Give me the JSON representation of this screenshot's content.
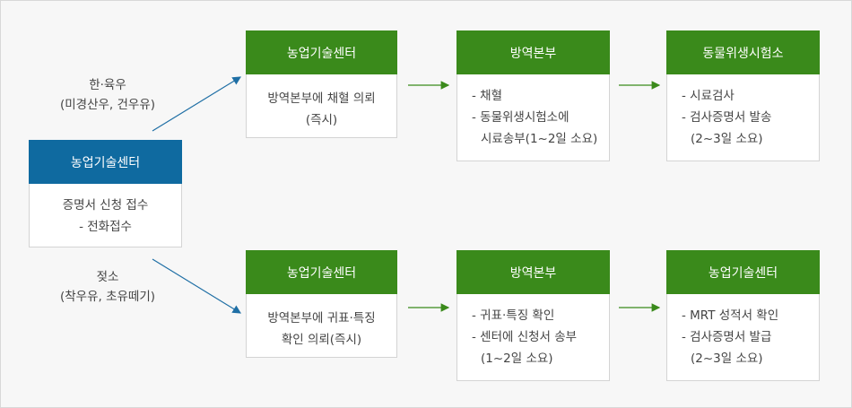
{
  "source": {
    "title": "농업기술센터",
    "lines": [
      "증명서 신청 접수",
      "- 전화접수"
    ]
  },
  "branch_top": {
    "label": [
      "한·육우",
      "(미경산우, 건우유)"
    ],
    "steps": [
      {
        "title": "농업기술센터",
        "lines": [
          "방역본부에 채혈 의뢰",
          "(즉시)"
        ]
      },
      {
        "title": "방역본부",
        "lines": [
          "- 채혈",
          "- 동물위생시험소에",
          "시료송부(1~2일 소요)"
        ]
      },
      {
        "title": "동물위생시험소",
        "lines": [
          "- 시료검사",
          "- 검사증명서 발송",
          "(2~3일 소요)"
        ]
      }
    ]
  },
  "branch_bottom": {
    "label": [
      "젖소",
      "(착우유, 초유떼기)"
    ],
    "steps": [
      {
        "title": "농업기술센터",
        "lines": [
          "방역본부에 귀표·특징",
          "확인 의뢰(즉시)"
        ]
      },
      {
        "title": "방역본부",
        "lines": [
          "- 귀표·특징 확인",
          "- 센터에 신청서 송부",
          "(1~2일 소요)"
        ]
      },
      {
        "title": "농업기술센터",
        "lines": [
          "- MRT 성적서 확인",
          "- 검사증명서 발급",
          "(2~3일 소요)"
        ]
      }
    ]
  },
  "colors": {
    "green": "#3a8a1b",
    "blue": "#0f6aa0",
    "diagonal_arrow": "#1f6fa5",
    "flow_arrow": "#3a8a1b"
  }
}
